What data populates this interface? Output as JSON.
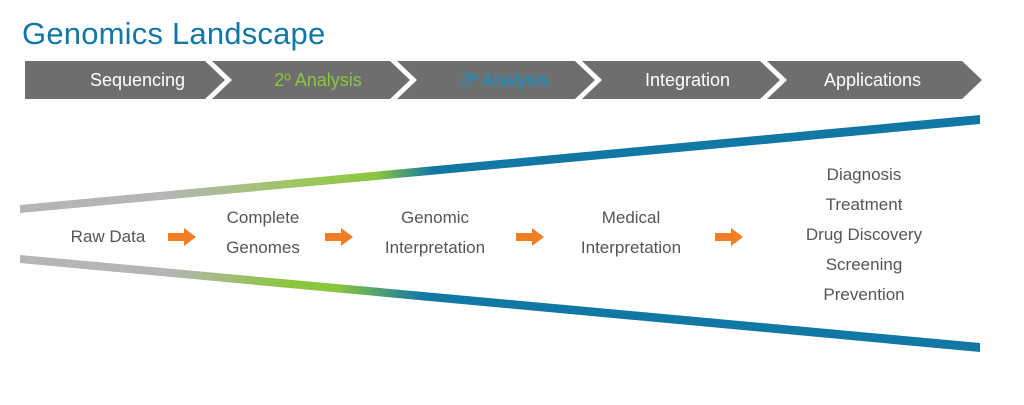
{
  "title": "Genomics Landscape",
  "chevrons": [
    {
      "label": "Sequencing",
      "color": "#ffffff"
    },
    {
      "label": "2º Analysis",
      "color": "#8cc63e"
    },
    {
      "label": "3º Analysis",
      "color": "#1193c8"
    },
    {
      "label": "Integration",
      "color": "#ffffff"
    },
    {
      "label": "Applications",
      "color": "#ffffff"
    }
  ],
  "stages": {
    "raw": "Raw Data",
    "complete": [
      "Complete",
      "Genomes"
    ],
    "genomic": [
      "Genomic",
      "Interpretation"
    ],
    "medical": [
      "Medical",
      "Interpretation"
    ]
  },
  "applications": [
    "Diagnosis",
    "Treatment",
    "Drug Discovery",
    "Screening",
    "Prevention"
  ],
  "colors": {
    "title": "#1177a6",
    "chevron_bg": "#6e6e6e",
    "line_gray": "#b5b5b5",
    "line_green": "#8cc63e",
    "line_blue": "#1178a6",
    "arrow": "#f37d22",
    "text": "#555555"
  }
}
